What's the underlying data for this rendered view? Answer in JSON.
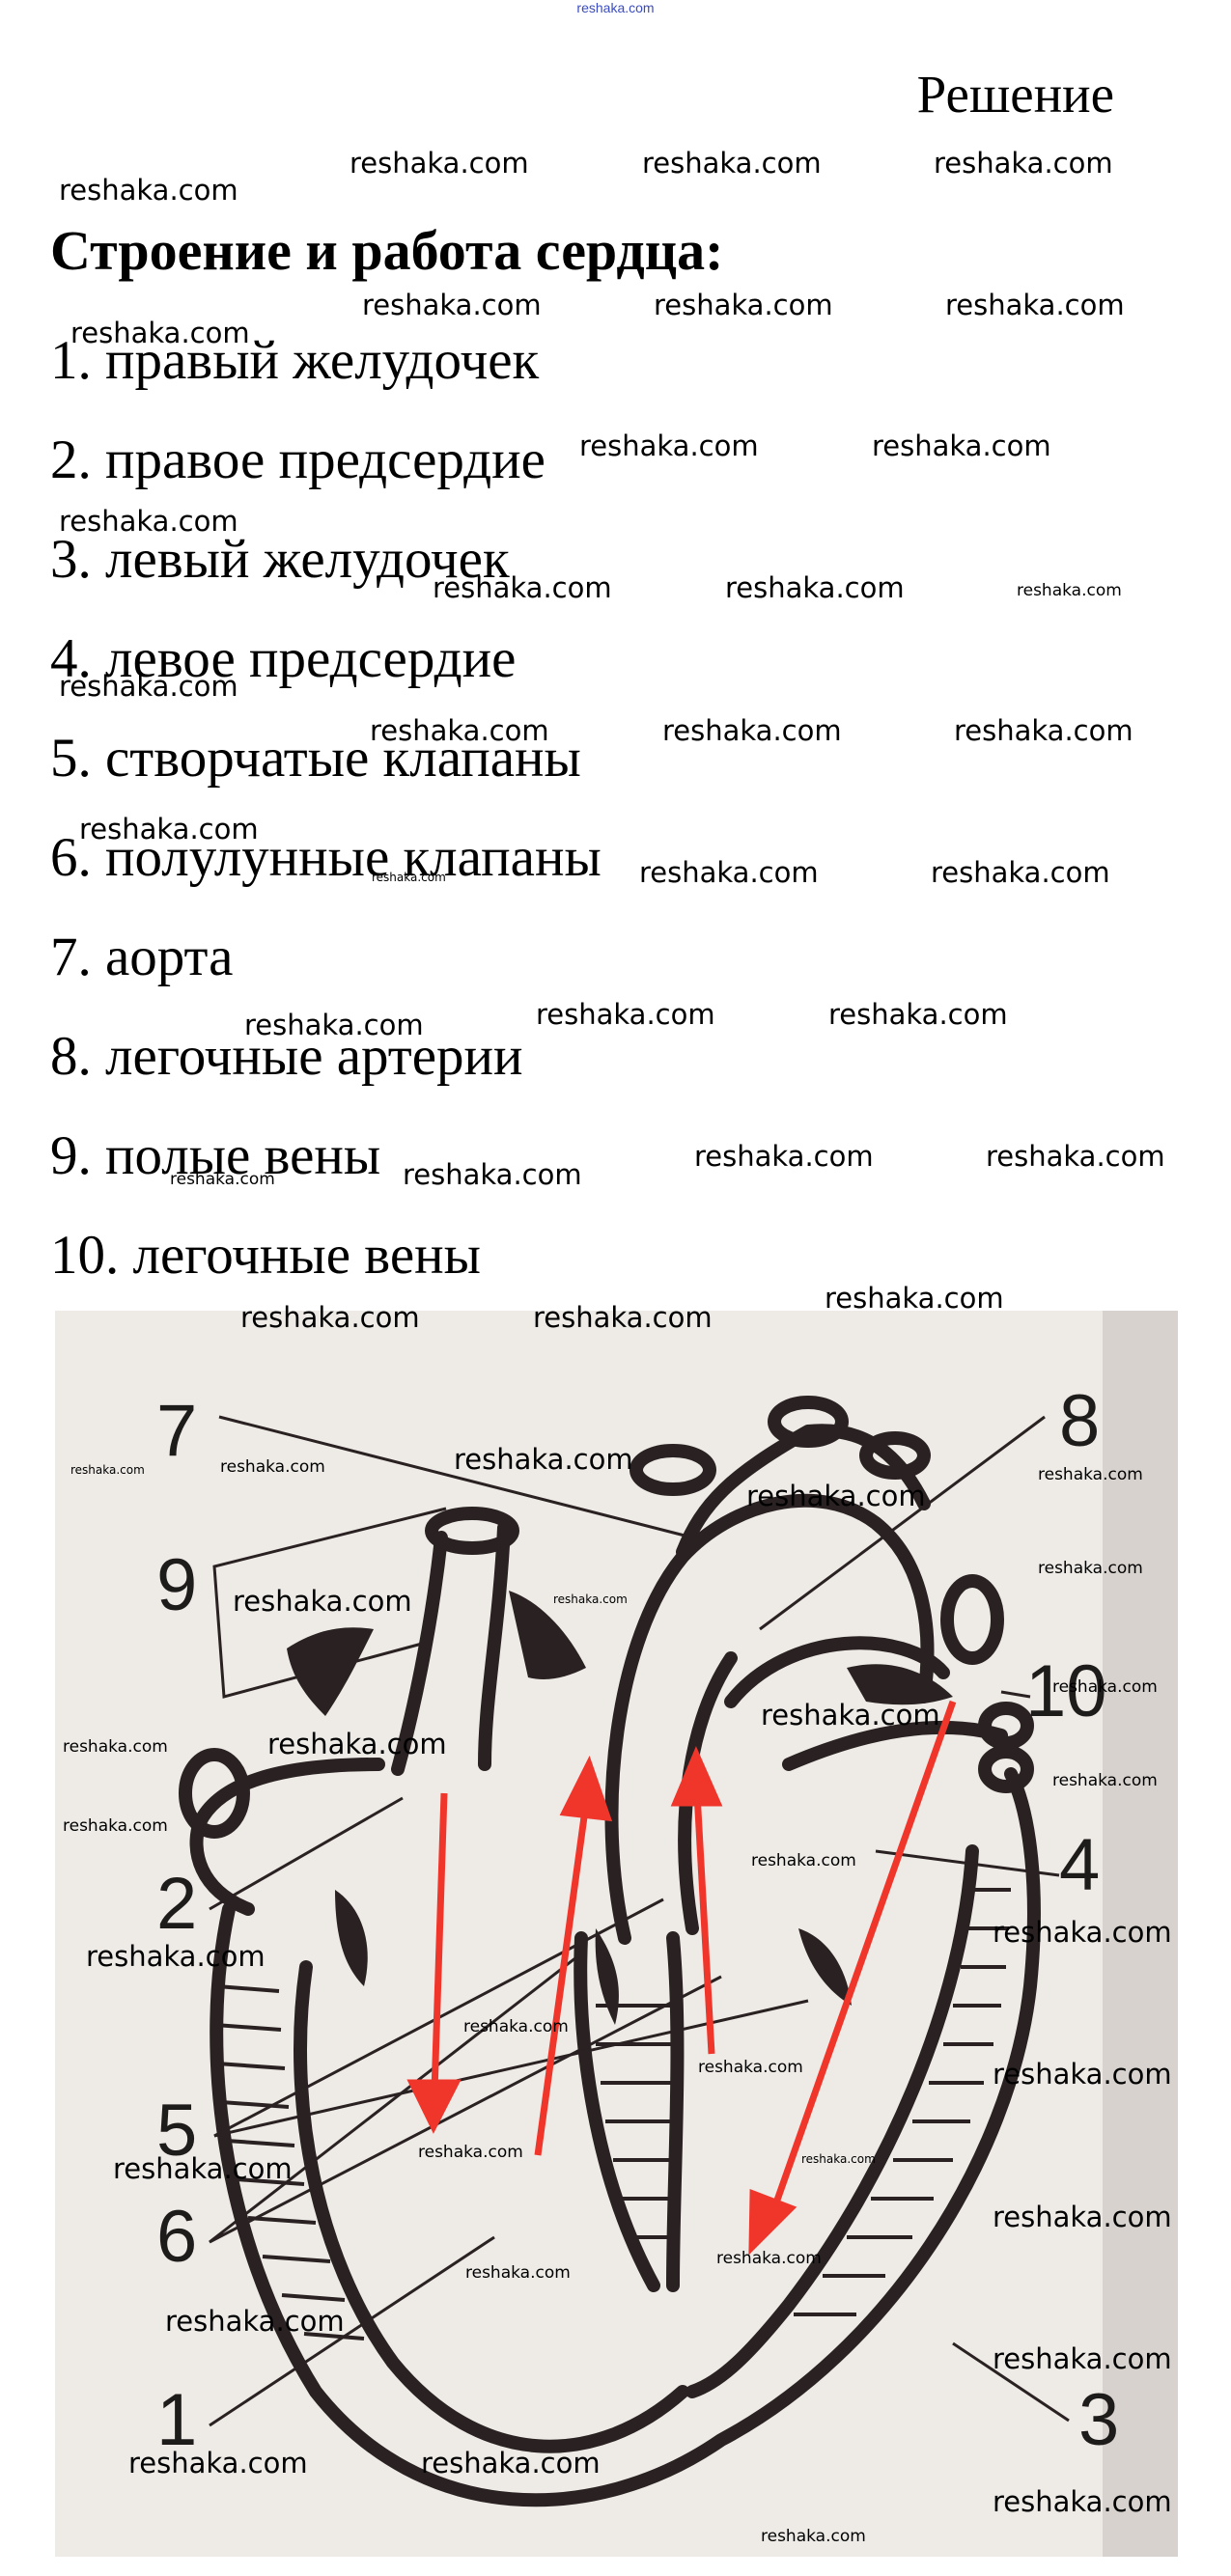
{
  "site": "reshaka.com",
  "heading": "Решение",
  "title": "Строение и работа сердца:",
  "items": [
    "1. правый желудочек",
    "2. правое предсердие",
    "3. левый желудочек",
    "4. левое предсердие",
    "5. створчатые клапаны",
    "6. полулунные клапаны",
    "7. аорта",
    "8. легочные артерии",
    "9. полые вены",
    "10. легочные вены"
  ],
  "figure": {
    "labels": [
      "1",
      "2",
      "3",
      "4",
      "5",
      "6",
      "7",
      "8",
      "9",
      "10"
    ],
    "colors": {
      "ink": "#2a2222",
      "arrow": "#f0362b",
      "paper": "#eeebe7"
    }
  }
}
